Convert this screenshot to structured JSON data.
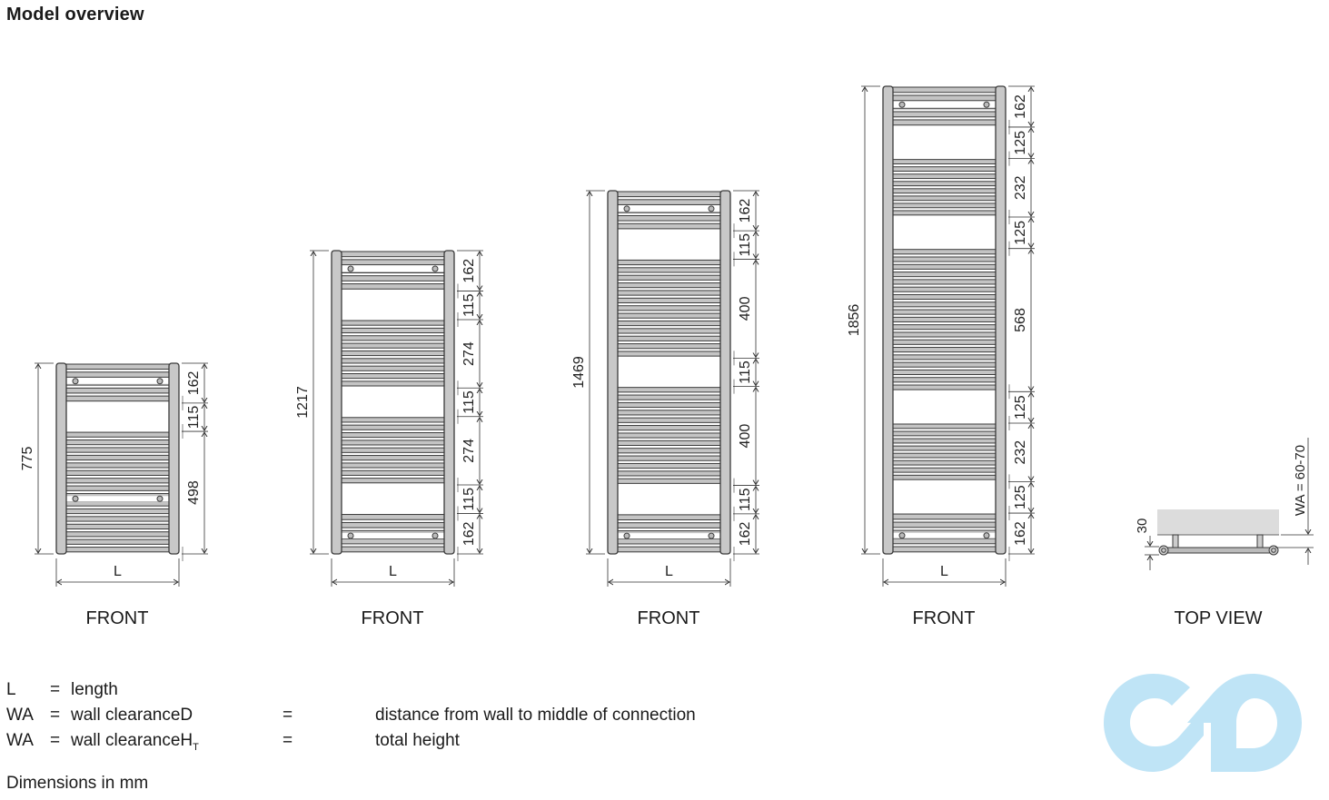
{
  "title": "Model overview",
  "colors": {
    "post_fill": "#c8c8c8",
    "bar_fill": "#c4c4c4",
    "outline": "#3a3a3a",
    "dim_line": "#333333",
    "wall_fill": "#dcdcdc",
    "logo": "#bfe4f6"
  },
  "models": [
    {
      "caption": "FRONT",
      "total_height": "775",
      "width_label": "L",
      "segments": [
        "162",
        "115",
        "498"
      ]
    },
    {
      "caption": "FRONT",
      "total_height": "1217",
      "width_label": "L",
      "segments": [
        "162",
        "115",
        "274",
        "115",
        "274",
        "115",
        "162"
      ]
    },
    {
      "caption": "FRONT",
      "total_height": "1469",
      "width_label": "L",
      "segments": [
        "162",
        "115",
        "400",
        "115",
        "400",
        "115",
        "162"
      ]
    },
    {
      "caption": "FRONT",
      "total_height": "1856",
      "width_label": "L",
      "segments": [
        "162",
        "125",
        "232",
        "125",
        "568",
        "125",
        "232",
        "125",
        "162"
      ]
    }
  ],
  "top_view": {
    "caption": "TOP VIEW",
    "depth_label": "30",
    "clearance_label": "WA = 60-70"
  },
  "legend": [
    {
      "symbol": "L",
      "eq": "=",
      "term": "length",
      "eq2": "",
      "definition": ""
    },
    {
      "symbol": "WA",
      "eq": "=",
      "term": "wall clearanceD",
      "eq2": "=",
      "definition": "distance from wall to middle of connection"
    },
    {
      "symbol": "WA",
      "eq": "=",
      "term": "wall clearanceH",
      "term_sub": "T",
      "eq2": "=",
      "definition": "total height"
    }
  ],
  "footnote": "Dimensions in mm",
  "watermark": "logo-infinity-cd"
}
